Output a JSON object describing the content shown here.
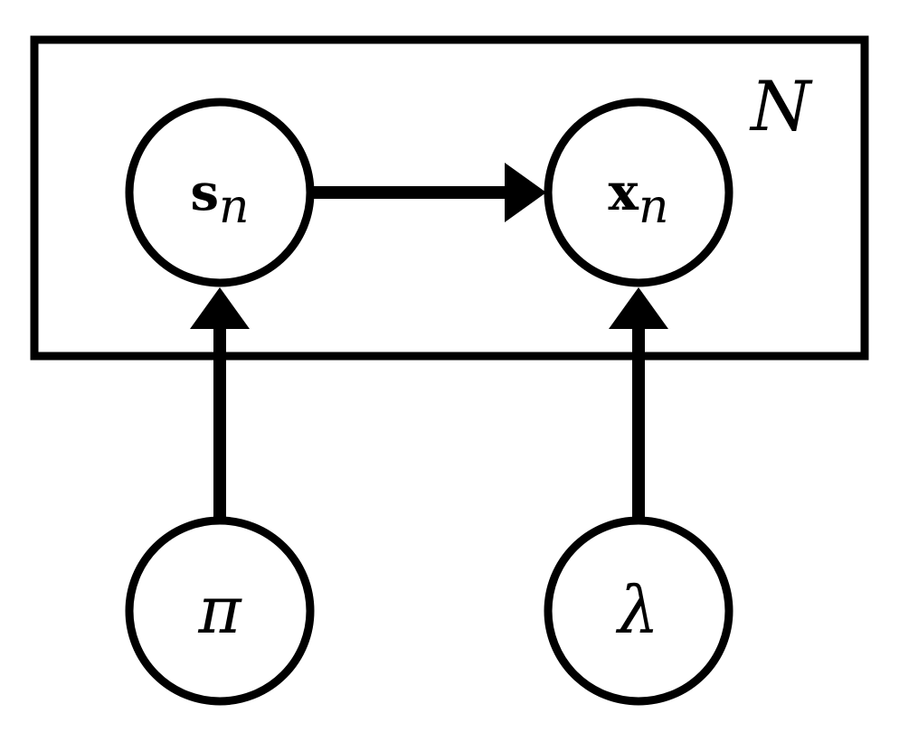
{
  "plate": {
    "label": "N"
  },
  "nodes": {
    "s": {
      "base": "s",
      "subscript": "n"
    },
    "x": {
      "base": "x",
      "subscript": "n"
    },
    "pi": {
      "label": "π"
    },
    "lambda": {
      "label": "λ"
    }
  },
  "edges": [
    {
      "from": "s",
      "to": "x"
    },
    {
      "from": "pi",
      "to": "s"
    },
    {
      "from": "lambda",
      "to": "x"
    }
  ],
  "colors": {
    "stroke": "#000000",
    "fill": "#ffffff"
  }
}
